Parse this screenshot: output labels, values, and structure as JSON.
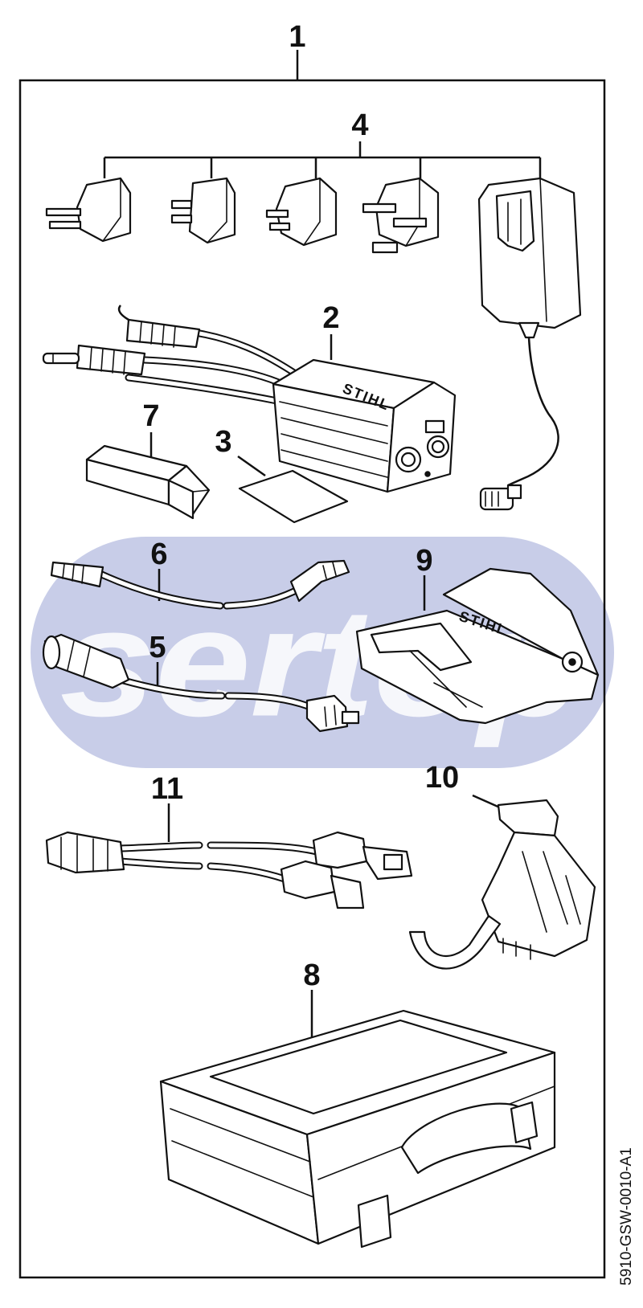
{
  "diagram": {
    "callouts": {
      "c1": "1",
      "c2": "2",
      "c3": "3",
      "c4": "4",
      "c5": "5",
      "c6": "6",
      "c7": "7",
      "c8": "8",
      "c9": "9",
      "c10": "10",
      "c11": "11"
    },
    "document_code": "5910-GSW-0010-A1",
    "watermark": "sertop",
    "brand_on_parts": "STIHL",
    "colors": {
      "line": "#111111",
      "background": "#ffffff",
      "watermark_band": "#c8cde8"
    }
  }
}
